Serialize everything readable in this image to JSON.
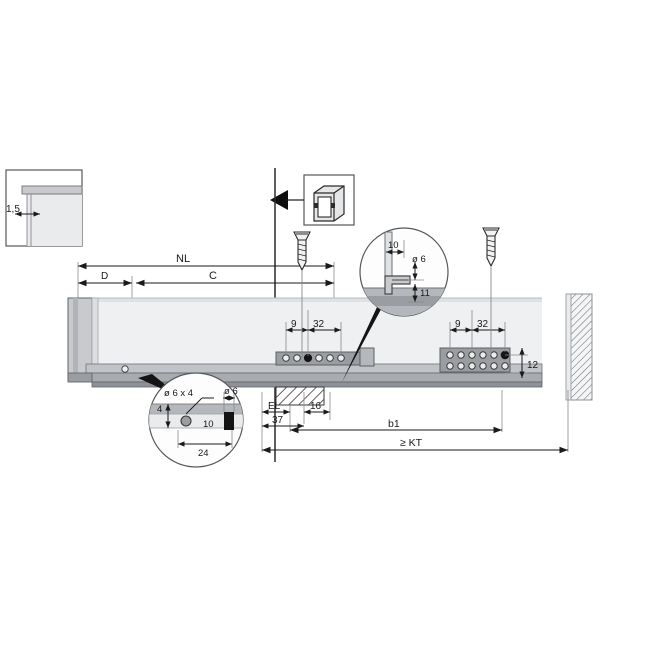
{
  "drawing": {
    "title": "Drawer slide installation diagram",
    "background_color": "#ffffff",
    "line_color": "#58585a",
    "dim_color": "#1a1a1a",
    "body_fill": "#eef0f2",
    "panel_fill": "#c8cace",
    "rail_fill": "#a8abaf",
    "dark_fill": "#8e9195",
    "detail_fill": "#fdfdfd"
  },
  "detail_box_left": {
    "name": "front-gap-detail",
    "label": "1,5"
  },
  "view_icon": {
    "name": "cabinet-view-icon",
    "label": ""
  },
  "dimensions_top": [
    {
      "id": "nl",
      "label": "NL"
    },
    {
      "id": "d",
      "label": "D"
    },
    {
      "id": "c",
      "label": "C"
    }
  ],
  "dimensions_center": [
    {
      "id": "c9",
      "label": "9"
    },
    {
      "id": "c32",
      "label": "32"
    }
  ],
  "dimensions_right": [
    {
      "id": "r9",
      "label": "9"
    },
    {
      "id": "r32",
      "label": "32"
    },
    {
      "id": "r12",
      "label": "12"
    }
  ],
  "dimensions_bottom": [
    {
      "id": "el",
      "label": "EL"
    },
    {
      "id": "b16",
      "label": "16"
    },
    {
      "id": "b37",
      "label": "37"
    },
    {
      "id": "b1",
      "label": "b1"
    },
    {
      "id": "kt",
      "label": "≥ KT"
    }
  ],
  "detail_circle_top": {
    "name": "rail-end-detail",
    "labels": [
      {
        "id": "t10",
        "label": "10"
      },
      {
        "id": "td6",
        "label": "ø 6"
      },
      {
        "id": "t11",
        "label": "11"
      }
    ]
  },
  "detail_circle_bottom": {
    "name": "dowel-hole-detail",
    "labels": [
      {
        "id": "b6x4",
        "label": "ø 6 x 4"
      },
      {
        "id": "bd6",
        "label": "ø 6"
      },
      {
        "id": "b4",
        "label": "4"
      },
      {
        "id": "b10",
        "label": "10"
      },
      {
        "id": "b24",
        "label": "24"
      }
    ]
  },
  "screws": [
    {
      "id": "screw-left",
      "label": ""
    },
    {
      "id": "screw-right",
      "label": ""
    }
  ]
}
